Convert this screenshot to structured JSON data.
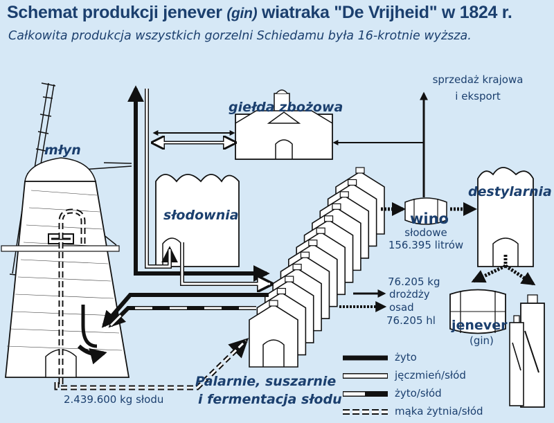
{
  "title": {
    "main": "Schemat produkcji jenever ",
    "paren": "(gin)",
    "rest": " wiatraka \"De Vrijheid\" w  1824 r."
  },
  "subtitle": "Całkowita produkcja wszystkich gorzelni Schiedamu była 16-krotnie wyższa.",
  "labels": {
    "mill": "młyn",
    "grain_exchange": "giełda zbożowa",
    "malthouse": "słodownia",
    "sales_line1": "sprzedaż krajowa",
    "sales_line2": "i eksport",
    "distillery": "destylarnia",
    "wine": "wino",
    "wine_sub": "słodowe",
    "wine_amount": "156.395 litrów",
    "yeast_amount": "76.205 kg",
    "yeast": "drożdży",
    "sediment": "osad",
    "sediment_amount": "76.205 hl",
    "jenever": "jenever",
    "gin": "(gin)",
    "malt_amount": "2.439.600 kg słodu",
    "kilns_line1": "Palarnie, suszarnie",
    "kilns_line2": "i fermentacja słodu"
  },
  "legend": [
    {
      "style": "solid",
      "label": "żyto"
    },
    {
      "style": "hollow",
      "label": "jęczmień/słód"
    },
    {
      "style": "mixed",
      "label": "żyto/słód"
    },
    {
      "style": "dashed",
      "label": "mąka żytnia/słód"
    }
  ],
  "colors": {
    "background": "#d6e8f6",
    "text": "#1b3f6e",
    "ink": "#111111",
    "building": "#ffffff"
  }
}
